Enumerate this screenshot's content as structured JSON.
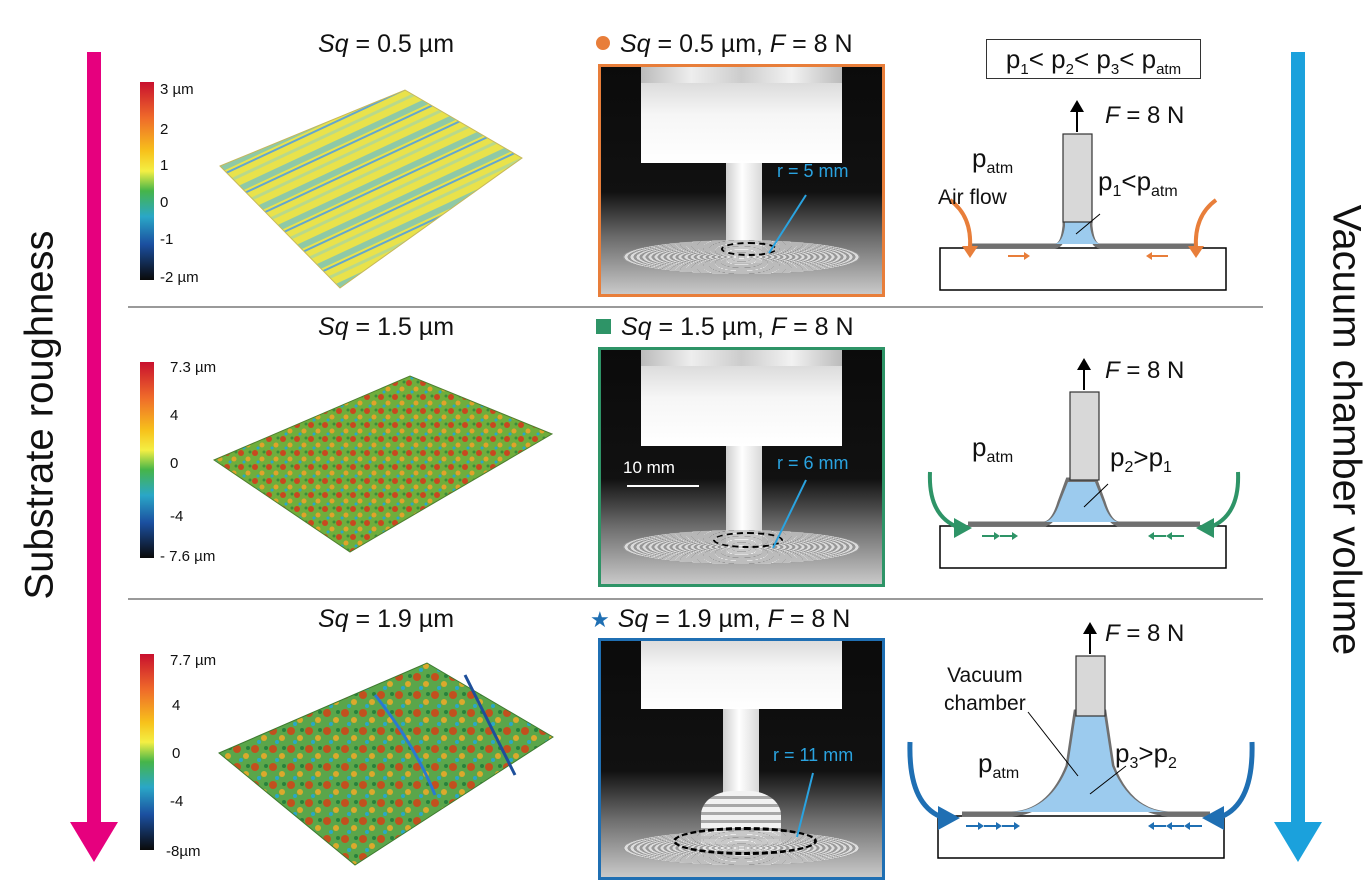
{
  "colors": {
    "magenta": "#e6007e",
    "cyan": "#1ba1dc",
    "orange": "#e87e3a",
    "green": "#2e9467",
    "blue": "#1f6fb3",
    "chamber": "#9ccbee",
    "wall": "#707070"
  },
  "side_labels": {
    "left": "Substrate roughness",
    "right": "Vacuum chamber volume"
  },
  "top_box": {
    "p1": "p",
    "s1": "1",
    "p2": "p",
    "s2": "2",
    "p3": "p",
    "s3": "3",
    "p4": "p",
    "s4": "atm",
    "lt": "<"
  },
  "rows": [
    {
      "surface_title": {
        "sym": "Sq",
        "rest": " = 0.5 µm"
      },
      "colorbar": [
        "3 µm",
        "2",
        "1",
        "0",
        "-1",
        "-2 µm"
      ],
      "photo_title": {
        "marker": "circle",
        "sym1": "Sq",
        "mid": " = 0.5 µm,  ",
        "sym2": "F",
        "end": " = 8 N"
      },
      "radius": "r = 5 mm",
      "scale": "",
      "force": {
        "sym": "F",
        "rest": " = 8 N"
      },
      "p_left": {
        "base": "p",
        "sub": "atm"
      },
      "p_right": {
        "base": "p",
        "sub": "1",
        "rel": "<",
        "base2": "p",
        "sub2": "atm"
      },
      "extra": "Air flow"
    },
    {
      "surface_title": {
        "sym": "Sq",
        "rest": " = 1.5 µm"
      },
      "colorbar": [
        "7.3  µm",
        "4",
        "0",
        "-4",
        "- 7.6 µm"
      ],
      "photo_title": {
        "marker": "square",
        "sym1": "Sq",
        "mid": " = 1.5 µm,  ",
        "sym2": "F",
        "end": " = 8 N"
      },
      "radius": "r = 6 mm",
      "scale": "10 mm",
      "force": {
        "sym": "F",
        "rest": " = 8 N"
      },
      "p_left": {
        "base": "p",
        "sub": "atm"
      },
      "p_right": {
        "base": "p",
        "sub": "2",
        "rel": ">",
        "base2": "p",
        "sub2": "1"
      },
      "extra": ""
    },
    {
      "surface_title": {
        "sym": "Sq",
        "rest": " = 1.9 µm"
      },
      "colorbar": [
        "7.7 µm",
        "4",
        "0",
        "-4",
        "-8µm"
      ],
      "photo_title": {
        "marker": "star",
        "sym1": "Sq",
        "mid": " = 1.9 µm, ",
        "sym2": "F",
        "end": " = 8 N"
      },
      "radius": "r = 11 mm",
      "scale": "",
      "force": {
        "sym": "F",
        "rest": " = 8 N"
      },
      "p_left": {
        "base": "p",
        "sub": "atm"
      },
      "p_right": {
        "base": "p",
        "sub": "3",
        "rel": ">",
        "base2": "p",
        "sub2": "2"
      },
      "extra": "Vacuum\nchamber"
    }
  ]
}
